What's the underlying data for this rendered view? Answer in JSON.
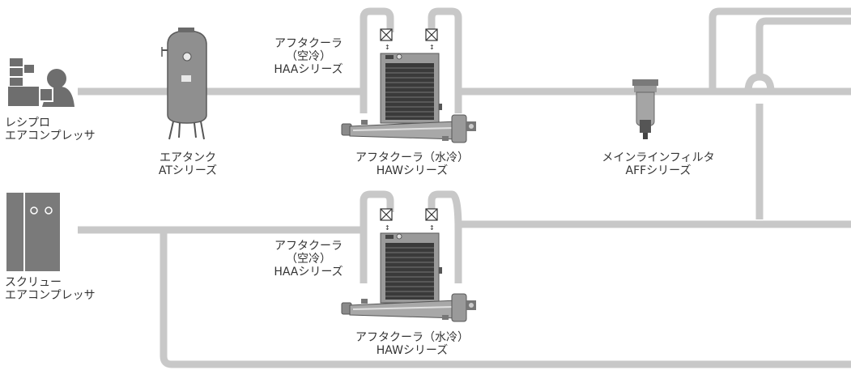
{
  "colors": {
    "pipe": "#c8c8c8",
    "equipment": "#8f8f8f",
    "dark": "#4a4a4a",
    "text": "#333333"
  },
  "labels": {
    "recip_compressor": {
      "line1": "レシプロ",
      "line2": "エアコンプレッサ"
    },
    "screw_compressor": {
      "line1": "スクリュー",
      "line2": "エアコンプレッサ"
    },
    "air_tank": {
      "line1": "エアタンク",
      "line2": "ATシリーズ"
    },
    "aftercooler_air_top": {
      "line1": "アフタクーラ",
      "line2": "（空冷）",
      "line3": "HAAシリーズ"
    },
    "aftercooler_water_top": {
      "line1": "アフタクーラ（水冷）",
      "line2": "HAWシリーズ"
    },
    "main_line_filter": {
      "line1": "メインラインフィルタ",
      "line2": "AFFシリーズ"
    },
    "aftercooler_air_bottom": {
      "line1": "アフタクーラ",
      "line2": "（空冷）",
      "line3": "HAAシリーズ"
    },
    "aftercooler_water_bottom": {
      "line1": "アフタクーラ（水冷）",
      "line2": "HAWシリーズ"
    }
  }
}
